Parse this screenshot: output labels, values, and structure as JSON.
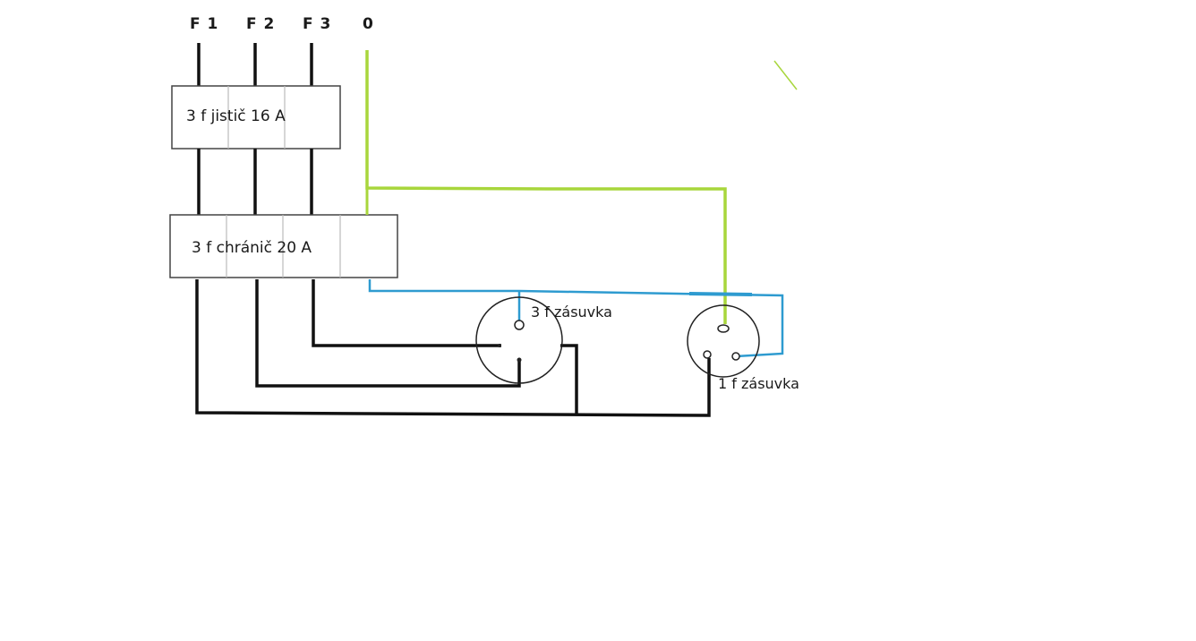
{
  "labels": {
    "f1": "F 1",
    "f2": "F 2",
    "f3": "F 3",
    "neutral": "0"
  },
  "breaker": {
    "label": "3 f jistič 16 A"
  },
  "rcd": {
    "label": "3 f chránič  20 A"
  },
  "socket3": {
    "label": "3 f zásuvka"
  },
  "socket1": {
    "label": "1 f zásuvka"
  },
  "colors": {
    "phase_wire": "#111111",
    "pe_wire": "#a8d63c",
    "neutral_wire": "#2e9bd0",
    "box_border": "#444444"
  }
}
